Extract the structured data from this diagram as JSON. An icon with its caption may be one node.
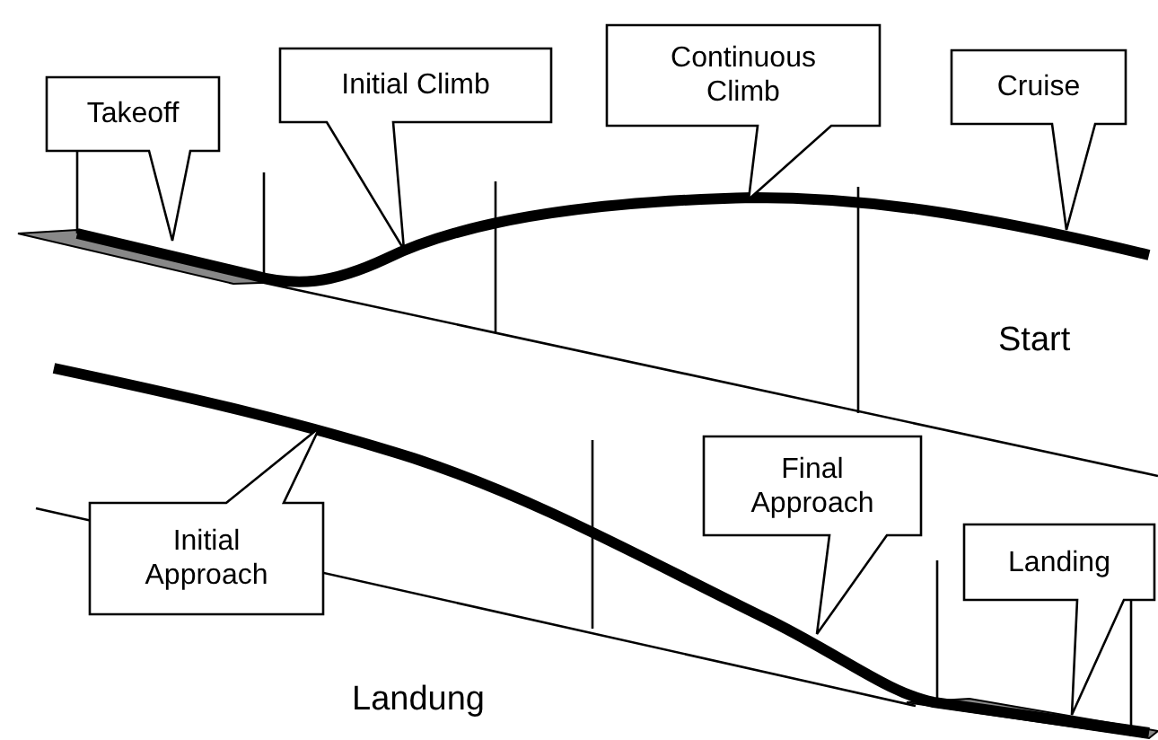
{
  "diagram": {
    "nodes": [
      {
        "text": [
          "Takeoff"
        ]
      },
      {
        "text": [
          "Initial Climb"
        ]
      },
      {
        "text": [
          "Continuous Climb"
        ]
      },
      {
        "text": [
          "Cruise"
        ]
      },
      {
        "text": [
          "Initial Approach"
        ]
      },
      {
        "text": [
          "Final Approach"
        ]
      },
      {
        "text": [
          "Landing"
        ]
      }
    ],
    "labels": [
      "Start",
      "Landung"
    ]
  }
}
